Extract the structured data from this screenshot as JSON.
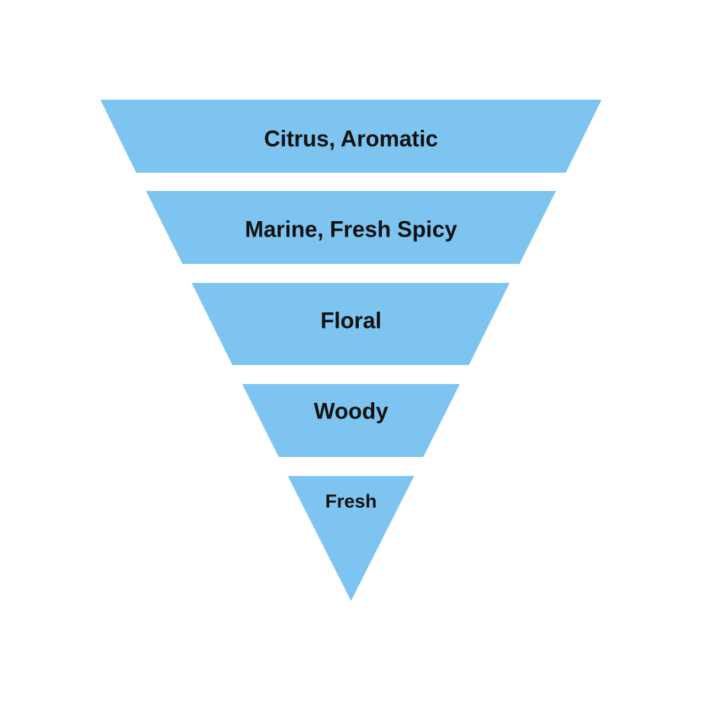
{
  "diagram": {
    "fill_color": "#7DC5F0",
    "text_color": "#111111",
    "background": "#ffffff",
    "layers": [
      {
        "label": "Citrus, Aromatic"
      },
      {
        "label": "Marine, Fresh Spicy"
      },
      {
        "label": "Floral"
      },
      {
        "label": "Woody"
      },
      {
        "label": "Fresh"
      }
    ]
  }
}
